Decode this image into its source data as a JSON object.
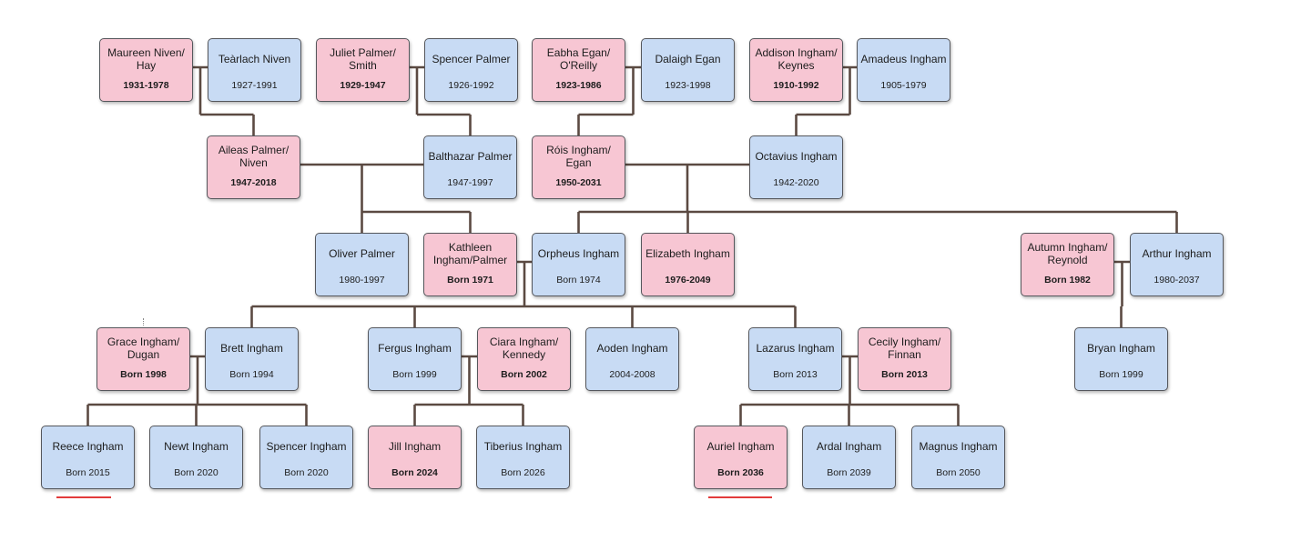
{
  "people": [
    {
      "id": "maureen",
      "name": "Maureen Niven/ Hay",
      "dates": "1931-1978",
      "sex": "f"
    },
    {
      "id": "tearlach",
      "name": "Teàrlach Niven",
      "dates": "1927-1991",
      "sex": "m"
    },
    {
      "id": "juliet",
      "name": "Juliet Palmer/ Smith",
      "dates": "1929-1947",
      "sex": "f"
    },
    {
      "id": "spencer_sr",
      "name": "Spencer Palmer",
      "dates": "1926-1992",
      "sex": "m"
    },
    {
      "id": "eabha",
      "name": "Eabha Egan/ O'Reilly",
      "dates": "1923-1986",
      "sex": "f"
    },
    {
      "id": "dalaigh",
      "name": "Dalaigh Egan",
      "dates": "1923-1998",
      "sex": "m"
    },
    {
      "id": "addison",
      "name": "Addison Ingham/ Keynes",
      "dates": "1910-1992",
      "sex": "f"
    },
    {
      "id": "amadeus",
      "name": "Amadeus Ingham",
      "dates": "1905-1979",
      "sex": "m"
    },
    {
      "id": "aileas",
      "name": "Aileas Palmer/ Niven",
      "dates": "1947-2018",
      "sex": "f"
    },
    {
      "id": "balthazar",
      "name": "Balthazar Palmer",
      "dates": "1947-1997",
      "sex": "m"
    },
    {
      "id": "rois",
      "name": "Róis Ingham/ Egan",
      "dates": "1950-2031",
      "sex": "f"
    },
    {
      "id": "octavius",
      "name": "Octavius Ingham",
      "dates": "1942-2020",
      "sex": "m"
    },
    {
      "id": "oliver",
      "name": "Oliver Palmer",
      "dates": "1980-1997",
      "sex": "m"
    },
    {
      "id": "kathleen",
      "name": "Kathleen Ingham/Palmer",
      "dates": "Born 1971",
      "sex": "f"
    },
    {
      "id": "orpheus",
      "name": "Orpheus Ingham",
      "dates": "Born 1974",
      "sex": "m"
    },
    {
      "id": "elizabeth",
      "name": "Elizabeth Ingham",
      "dates": "1976-2049",
      "sex": "f"
    },
    {
      "id": "autumn",
      "name": "Autumn Ingham/ Reynold",
      "dates": "Born 1982",
      "sex": "f"
    },
    {
      "id": "arthur",
      "name": "Arthur Ingham",
      "dates": "1980-2037",
      "sex": "m"
    },
    {
      "id": "grace",
      "name": "Grace Ingham/ Dugan",
      "dates": "Born 1998",
      "sex": "f"
    },
    {
      "id": "brett",
      "name": "Brett Ingham",
      "dates": "Born 1994",
      "sex": "m"
    },
    {
      "id": "fergus",
      "name": "Fergus Ingham",
      "dates": "Born 1999",
      "sex": "m"
    },
    {
      "id": "ciara",
      "name": "Ciara Ingham/ Kennedy",
      "dates": "Born 2002",
      "sex": "f"
    },
    {
      "id": "aoden",
      "name": "Aoden Ingham",
      "dates": "2004-2008",
      "sex": "m"
    },
    {
      "id": "lazarus",
      "name": "Lazarus Ingham",
      "dates": "Born 2013",
      "sex": "m"
    },
    {
      "id": "cecily",
      "name": "Cecily Ingham/ Finnan",
      "dates": "Born 2013",
      "sex": "f"
    },
    {
      "id": "bryan",
      "name": "Bryan Ingham",
      "dates": "Born 1999",
      "sex": "m"
    },
    {
      "id": "reece",
      "name": "Reece Ingham",
      "dates": "Born 2015",
      "sex": "m",
      "underlined": true
    },
    {
      "id": "newt",
      "name": "Newt Ingham",
      "dates": "Born 2020",
      "sex": "m"
    },
    {
      "id": "spencer_jr",
      "name": "Spencer Ingham",
      "dates": "Born 2020",
      "sex": "m"
    },
    {
      "id": "jill",
      "name": "Jill Ingham",
      "dates": "Born 2024",
      "sex": "f"
    },
    {
      "id": "tiberius",
      "name": "Tiberius Ingham",
      "dates": "Born 2026",
      "sex": "m"
    },
    {
      "id": "auriel",
      "name": "Auriel Ingham",
      "dates": "Born 2036",
      "sex": "f",
      "underlined": true
    },
    {
      "id": "ardal",
      "name": "Ardal Ingham",
      "dates": "Born 2039",
      "sex": "m"
    },
    {
      "id": "magnus",
      "name": "Magnus Ingham",
      "dates": "Born 2050",
      "sex": "m"
    }
  ],
  "couples": [
    {
      "partners": [
        "maureen",
        "tearlach"
      ],
      "children": [
        "aileas"
      ]
    },
    {
      "partners": [
        "juliet",
        "spencer_sr"
      ],
      "children": [
        "balthazar"
      ]
    },
    {
      "partners": [
        "eabha",
        "dalaigh"
      ],
      "children": [
        "rois"
      ]
    },
    {
      "partners": [
        "addison",
        "amadeus"
      ],
      "children": [
        "octavius"
      ]
    },
    {
      "partners": [
        "aileas",
        "balthazar"
      ],
      "children": [
        "oliver",
        "kathleen"
      ]
    },
    {
      "partners": [
        "rois",
        "octavius"
      ],
      "children": [
        "orpheus",
        "elizabeth",
        "arthur"
      ]
    },
    {
      "partners": [
        "kathleen",
        "orpheus"
      ],
      "children": [
        "brett",
        "fergus",
        "aoden",
        "lazarus"
      ]
    },
    {
      "partners": [
        "autumn",
        "arthur"
      ],
      "children": [
        "bryan"
      ]
    },
    {
      "partners": [
        "grace",
        "brett"
      ],
      "children": [
        "reece",
        "newt",
        "spencer_jr"
      ]
    },
    {
      "partners": [
        "fergus",
        "ciara"
      ],
      "children": [
        "jill",
        "tiberius"
      ]
    },
    {
      "partners": [
        "lazarus",
        "cecily"
      ],
      "children": [
        "auriel",
        "ardal",
        "magnus"
      ]
    }
  ],
  "colors": {
    "female": "#f7c6d3",
    "male": "#c8dbf4",
    "border": "#55575c",
    "connector": "#5b4a42",
    "highlight": "#e23a3a"
  }
}
